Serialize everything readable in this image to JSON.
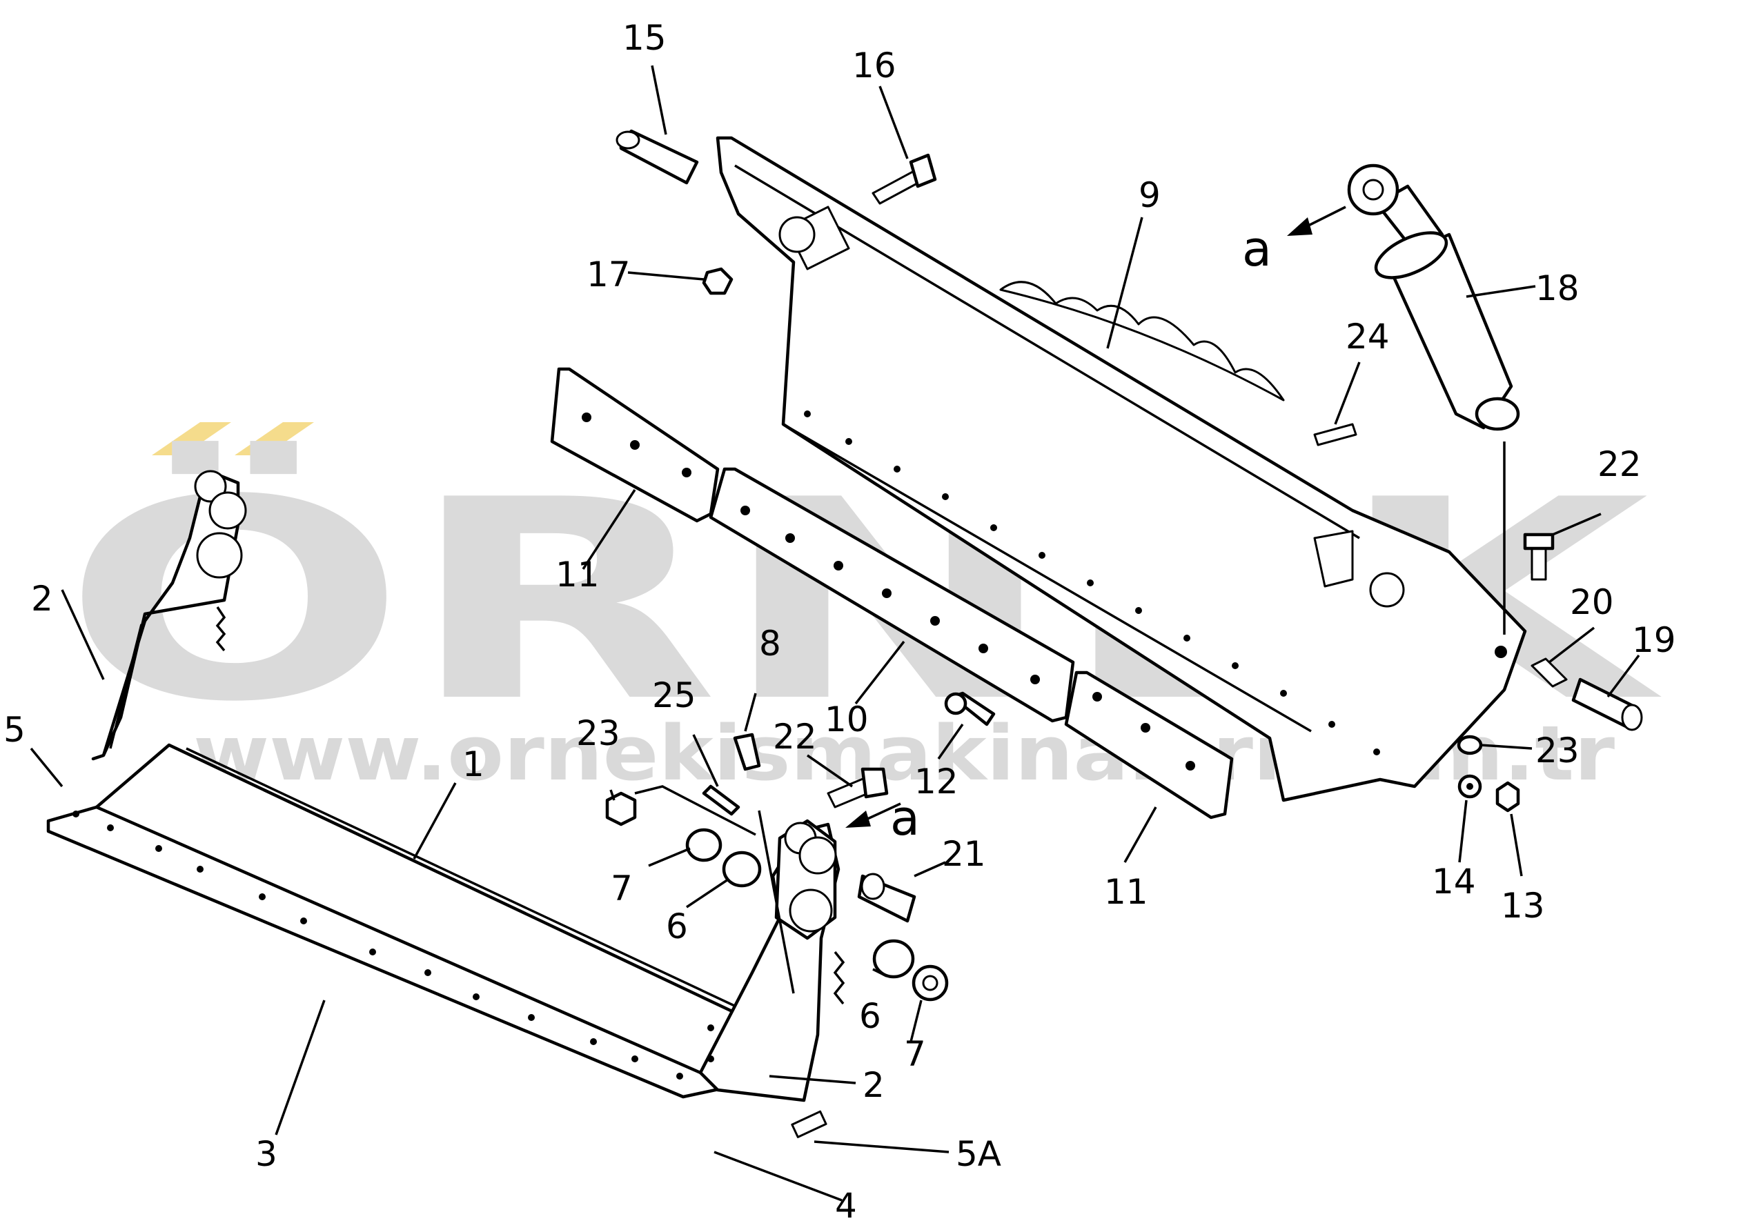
{
  "watermark": {
    "word": "ÖRNEK",
    "url": "www.ornekismakinalari.com.tr",
    "accent_color": "#f5dc8c",
    "text_color": "#dadada"
  },
  "callouts": {
    "c1": "1",
    "c2a": "2",
    "c2b": "2",
    "c3": "3",
    "c4": "4",
    "c5": "5",
    "c5a": "5A",
    "c6a": "6",
    "c6b": "6",
    "c7a": "7",
    "c7b": "7",
    "c8": "8",
    "c9": "9",
    "c10": "10",
    "c11a": "11",
    "c11b": "11",
    "c12": "12",
    "c13": "13",
    "c14": "14",
    "c15": "15",
    "c16": "16",
    "c17": "17",
    "c18": "18",
    "c19": "19",
    "c20": "20",
    "c21": "21",
    "c22a": "22",
    "c22b": "22",
    "c23a": "23",
    "c23b": "23",
    "c24": "24",
    "c25": "25",
    "view_a1": "a",
    "view_a2": "a"
  }
}
